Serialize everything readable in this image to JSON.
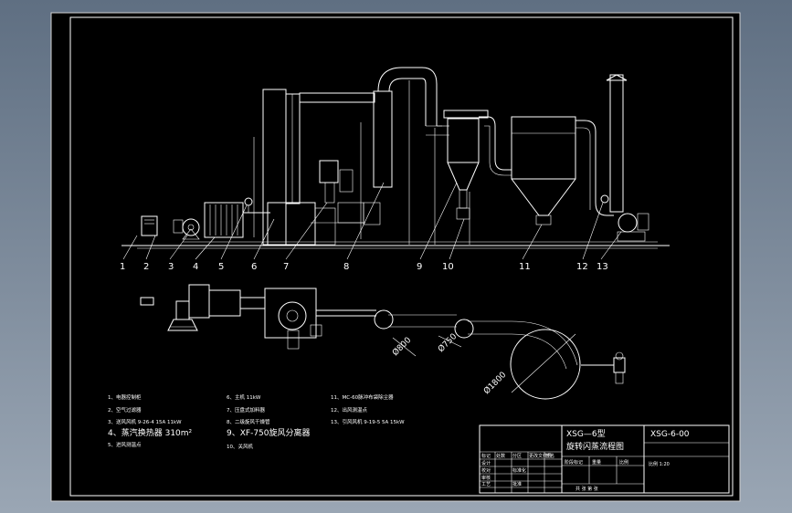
{
  "callouts": [
    "1",
    "2",
    "3",
    "4",
    "5",
    "6",
    "7",
    "8",
    "9",
    "10",
    "11",
    "12",
    "13"
  ],
  "dimensions": {
    "d800": "Ø800",
    "d750": "Ø750",
    "d1800": "Ø1800"
  },
  "legend": [
    {
      "text": "1、电器控制柜"
    },
    {
      "text": "2、空气过滤器"
    },
    {
      "text": "3、送风风机 9-26-4 15A 11kW"
    },
    {
      "text": "4、蒸汽换热器 310m²",
      "big": true
    },
    {
      "text": "5、进风测温点"
    },
    {
      "text": "6、主机 11kW"
    },
    {
      "text": "7、压盘式加料器"
    },
    {
      "text": "8、二级旋风干燥管"
    },
    {
      "text": "9、XF-750旋风分离器",
      "big": true
    },
    {
      "text": "10、关风机"
    },
    {
      "text": "11、MC-60脉冲布袋除尘器"
    },
    {
      "text": "12、出风测温点"
    },
    {
      "text": "13、引风风机 9-19-5 5A 15kW"
    }
  ],
  "title_block": {
    "title_line1": "XSG—6型",
    "title_line2": "旋转闪蒸流程图",
    "drawing_no": "XSG-6-00",
    "row_labels": [
      "设计",
      "校对",
      "审核",
      "工艺",
      "标准化",
      "批准"
    ],
    "header_cells": [
      "标记",
      "处数",
      "分区",
      "更改文件号",
      "签名",
      "年月日"
    ],
    "stage_labels": [
      "阶段标记",
      "重量",
      "比例"
    ],
    "sheet_label": "共 张 第 张",
    "scale_note": "比例 1:20"
  }
}
